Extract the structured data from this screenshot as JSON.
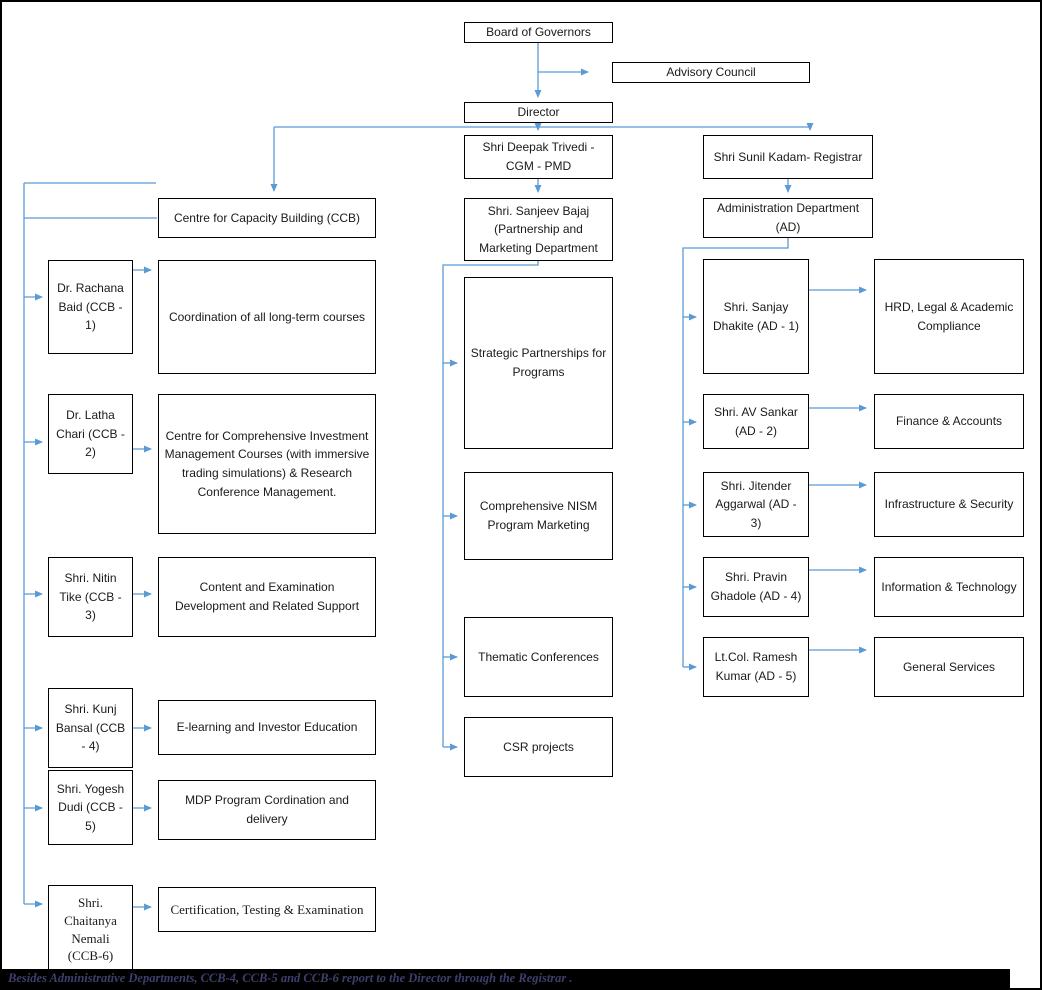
{
  "colors": {
    "connector": "#5B9BD5",
    "box_border": "#000000",
    "footer_background": "#000000",
    "footer_text": "#3f3f6e"
  },
  "top": {
    "board": "Board of Governors",
    "advisory": "Advisory Council",
    "director": "Director",
    "pmd_head": "Shri Deepak Trivedi - CGM - PMD",
    "registrar": "Shri Sunil Kadam- Registrar",
    "ccb": "Centre for Capacity Building (CCB)",
    "pmd_dept": "Shri. Sanjeev Bajaj (Partnership and Marketing Department",
    "ad_dept": "Administration Department (AD)"
  },
  "ccb_members": [
    {
      "name": "Dr. Rachana Baid (CCB - 1)",
      "function": "Coordination of all long-term courses"
    },
    {
      "name": "Dr. Latha Chari (CCB - 2)",
      "function": "Centre for Comprehensive Investment Management Courses (with immersive trading simulations) & Research Conference Management."
    },
    {
      "name": "Shri. Nitin Tike (CCB - 3)",
      "function": "Content and Examination Development and Related Support"
    },
    {
      "name": "Shri. Kunj Bansal (CCB - 4)",
      "function": "E-learning and Investor Education"
    },
    {
      "name": "Shri. Yogesh Dudi (CCB - 5)",
      "function": "MDP Program Cordination and delivery"
    },
    {
      "name": "Shri. Chaitanya Nemali (CCB-6)",
      "function": "Certification, Testing & Examination"
    }
  ],
  "pmd_functions": [
    "Strategic Partnerships for Programs",
    "Comprehensive NISM Program Marketing",
    "Thematic Conferences",
    "CSR projects"
  ],
  "ad_members": [
    {
      "name": "Shri. Sanjay Dhakite (AD - 1)",
      "function": "HRD, Legal & Academic Compliance"
    },
    {
      "name": "Shri. AV Sankar (AD - 2)",
      "function": "Finance & Accounts"
    },
    {
      "name": "Shri. Jitender Aggarwal (AD - 3)",
      "function": "Infrastructure & Security"
    },
    {
      "name": "Shri. Pravin Ghadole (AD - 4)",
      "function": "Information & Technology"
    },
    {
      "name": "Lt.Col. Ramesh Kumar (AD - 5)",
      "function": "General Services"
    }
  ],
  "footer": "Besides Administrative Departments, CCB-4, CCB-5 and CCB-6 report to the Director through the Registrar ."
}
